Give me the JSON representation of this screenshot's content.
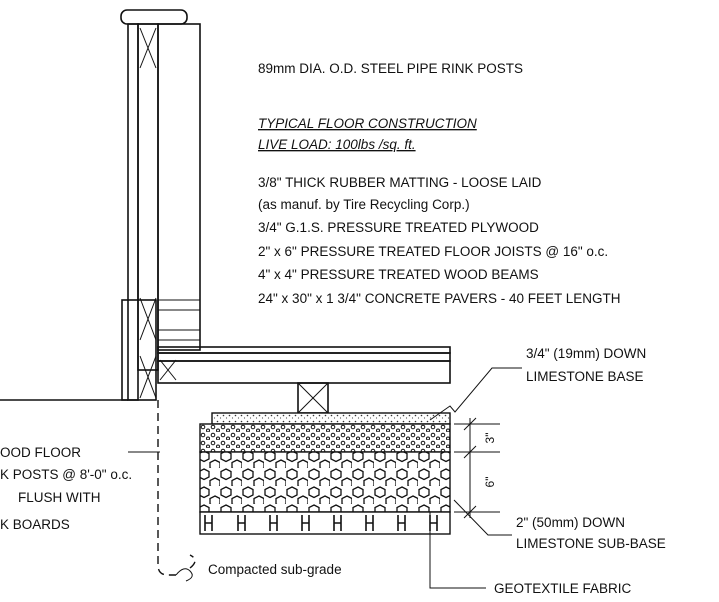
{
  "notes": {
    "posts": "89mm DIA. O.D. STEEL PIPE RINK POSTS",
    "section_title": "TYPICAL FLOOR CONSTRUCTION",
    "live_load": "LIVE LOAD:  100lbs /sq. ft.",
    "layers": [
      "3/8\" THICK RUBBER MATTING - LOOSE LAID",
      "(as manuf. by Tire Recycling Corp.)",
      "3/4\" G.1.S. PRESSURE TREATED PLYWOOD",
      "2\" x 6\" PRESSURE TREATED FLOOR JOISTS @ 16\" o.c.",
      "4\" x 4\" PRESSURE TREATED WOOD BEAMS",
      "24\" x 30\" x 1 3/4\" CONCRETE PAVERS - 40 FEET LENGTH"
    ]
  },
  "callouts": {
    "limestone_base_line1": "3/4\" (19mm) DOWN",
    "limestone_base_line2": "LIMESTONE BASE",
    "subbase_line1": "2\" (50mm) DOWN",
    "subbase_line2": "LIMESTONE SUB-BASE",
    "geotextile": "GEOTEXTILE FABRIC",
    "subgrade": "Compacted sub-grade",
    "left_line1": "OOD FLOOR",
    "left_line2": "K POSTS @ 8'-0\" o.c.",
    "left_line3": "FLUSH WITH",
    "left_line4": "K BOARDS"
  },
  "dimensions": {
    "top_layer": "3\"",
    "bottom_layer": "6\""
  }
}
